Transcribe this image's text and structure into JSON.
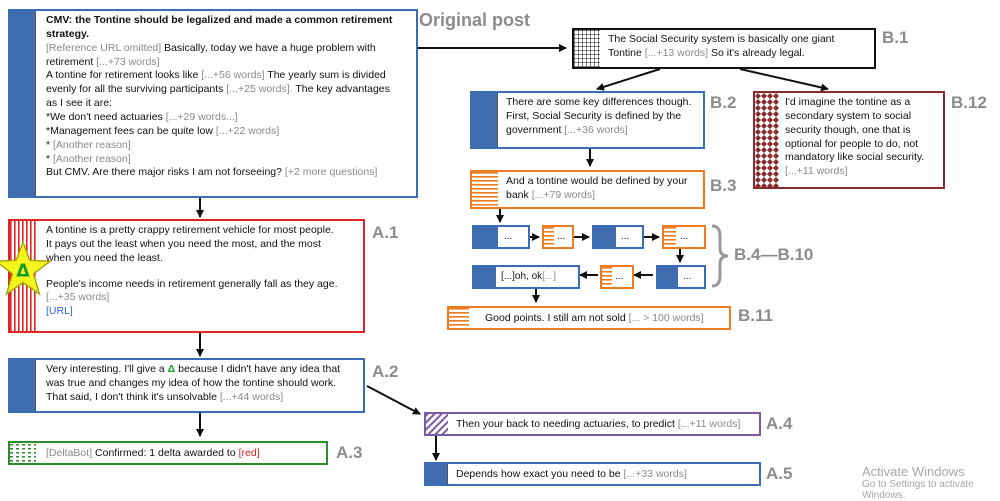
{
  "labels": {
    "original_post": "Original post",
    "a1": "A.1",
    "a2": "A.2",
    "a3": "A.3",
    "a4": "A.4",
    "a5": "A.5",
    "b1": "B.1",
    "b2": "B.2",
    "b3": "B.3",
    "b4_b10": "B.4—B.10",
    "b11": "B.11",
    "b12": "B.12"
  },
  "original_post": {
    "title": "CMV: the Tontine should be legalized and made a common retirement strategy.",
    "l1_gray": "[Reference URL omitted]",
    "l1_text": " Basically, today we have a huge problem with",
    "l2_text": "retirement ",
    "l2_gray": "[...+73 words]",
    "l3_text": "A tontine for retirement looks like ",
    "l3_gray": "[...+56 words]",
    "l3_text2": " The yearly sum is divided",
    "l4_text": "evenly for all the surviving participants ",
    "l4_gray": "[...+25 words].",
    "l4_text2": " The key advantages",
    "l5_text": "as I see it are:",
    "l6_text": "*We don't need actuaries ",
    "l6_gray": "[...+29 words...]",
    "l7_text": "*Management fees can be quite low ",
    "l7_gray": "[...+22 words]",
    "l8_text": "* ",
    "l8_gray": "[Another reason]",
    "l9_text": "* ",
    "l9_gray": "[Another reason]",
    "l10_text": "But CMV. Are there major risks I am not forseeing? ",
    "l10_gray": "[+2 more questions]"
  },
  "a1": {
    "l1": "A tontine is a pretty crappy retirement vehicle for most people.",
    "l2": "It pays out the least when you need the most, and the most",
    "l3": "when you need the least.",
    "l4": "People's income needs in retirement generally fall as they age.",
    "l5_gray": "[...+35 words]",
    "l6_link": "[URL]",
    "star_symbol": "Δ"
  },
  "a2": {
    "l1a": "Very interesting. I'll give a ",
    "l1_delta": "Δ",
    "l1b": " because I didn't have any idea that",
    "l2": "was true and changes my idea of how the tontine should work.",
    "l3": "That said, I don't think it's unsolvable ",
    "l3_gray": "[...+44 words]"
  },
  "a3": {
    "gray": "[DeltaBot]",
    "text": " Confirmed: 1 delta awarded to ",
    "red": "[red]"
  },
  "a4": {
    "text": "Then your back to needing actuaries, to predict ",
    "gray": "[...+11 words]"
  },
  "a5": {
    "text": "Depends how exact you need to be ",
    "gray": "[...+33 words]"
  },
  "b1": {
    "l1": "The Social Security system is basically one giant",
    "l2a": "Tontine ",
    "l2_gray": "[...+13 words]",
    "l2b": "  So it's already legal."
  },
  "b2": {
    "l1": "There are some key differences though.",
    "l2": "First, Social Security is defined by the",
    "l3": "government ",
    "l3_gray": "[...+36 words]"
  },
  "b3": {
    "l1": "And a tontine would be defined by your",
    "l2": "bank ",
    "l2_gray": "[...+79 words]"
  },
  "b12": {
    "l1": "I'd imagine the tontine as a",
    "l2": "secondary  system to social",
    "l3": "security though, one that is",
    "l4": "optional for people to do, not",
    "l5": "mandatory like social security.",
    "l6_gray": "[...+11  words]"
  },
  "chain": {
    "ellipsis": "...",
    "last_a": "[...]oh, ok",
    "last_b": "[...]"
  },
  "b11": {
    "text": "Good points. I still am not sold ",
    "gray": "[... > 100 words]"
  },
  "watermark": {
    "line1": "Activate Windows",
    "line2": "Go to Settings to activate Windows."
  },
  "colors": {
    "blue": "#3f6db0",
    "red": "#e02323",
    "green": "#2e8b2e",
    "orange": "#ee7d22",
    "purple": "#7d5aa6",
    "maroon": "#8b2a2a",
    "black": "#111111"
  }
}
